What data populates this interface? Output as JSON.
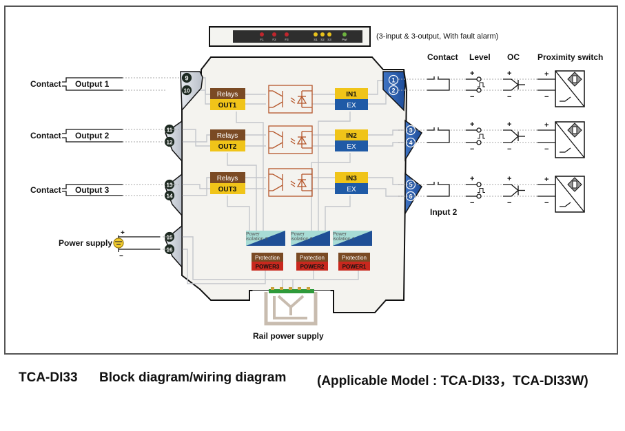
{
  "panel": {
    "note": "(3-input & 3-output, With fault alarm)",
    "leds": [
      {
        "label": "F1",
        "color": "#c0262d"
      },
      {
        "label": "F2",
        "color": "#c0262d"
      },
      {
        "label": "F3",
        "color": "#c0262d"
      },
      {
        "label": "S1",
        "color": "#e8c21c"
      },
      {
        "label": "S2",
        "color": "#e8c21c"
      },
      {
        "label": "S3",
        "color": "#e8c21c"
      },
      {
        "label": "Pwr",
        "color": "#6db33f"
      }
    ]
  },
  "outputs": [
    {
      "contact_label": "Contact",
      "output_label": "Output 1",
      "terminals": [
        "9",
        "10"
      ],
      "relay": "Relays",
      "out": "OUT1"
    },
    {
      "contact_label": "Contact",
      "output_label": "Output 2",
      "terminals": [
        "11",
        "12"
      ],
      "relay": "Relays",
      "out": "OUT2"
    },
    {
      "contact_label": "Contact",
      "output_label": "Output 3",
      "terminals": [
        "13",
        "14"
      ],
      "relay": "Relays",
      "out": "OUT3"
    }
  ],
  "inputs": [
    {
      "terminals": [
        "1",
        "2"
      ],
      "in": "IN1",
      "ex": "EX"
    },
    {
      "terminals": [
        "3",
        "4"
      ],
      "in": "IN2",
      "ex": "EX"
    },
    {
      "terminals": [
        "5",
        "6"
      ],
      "in": "IN3",
      "ex": "EX"
    }
  ],
  "sensor_headers": {
    "contact": "Contact",
    "level": "Level",
    "oc": "OC",
    "proximity": "Proximity switch"
  },
  "polarity": {
    "plus": "+",
    "minus": "−"
  },
  "input2_label": "Input 2",
  "power_supply": {
    "label": "Power supply",
    "terminals": [
      "15",
      "16"
    ],
    "plus": "+",
    "minus": "−"
  },
  "power_isolation": [
    {
      "line1": "Power",
      "line2": "isolation 3",
      "protection": "Protection",
      "power": "POWER3"
    },
    {
      "line1": "Power",
      "line2": "isolation 2",
      "protection": "Protection",
      "power": "POWER2"
    },
    {
      "line1": "Power",
      "line2": "isolation 1",
      "protection": "Protection",
      "power": "POWER1"
    }
  ],
  "rail_label": "Rail power supply",
  "caption": {
    "model": "TCA-DI33",
    "title": "Block diagram/wiring diagram",
    "applicable": "(Applicable Model : TCA-DI33，TCA-DI33W)"
  },
  "colors": {
    "relay_brown": "#7a4a24",
    "out_yellow": "#f0c419",
    "ex_blue": "#1f5aa6",
    "opto_orange": "#b5562a",
    "power_red": "#c8281e",
    "terminal_blue": "#2e5ea8",
    "terminal_grey": "#c9ced6",
    "iso_teal": "#a8dcd5",
    "iso_blue": "#1f4f96"
  }
}
